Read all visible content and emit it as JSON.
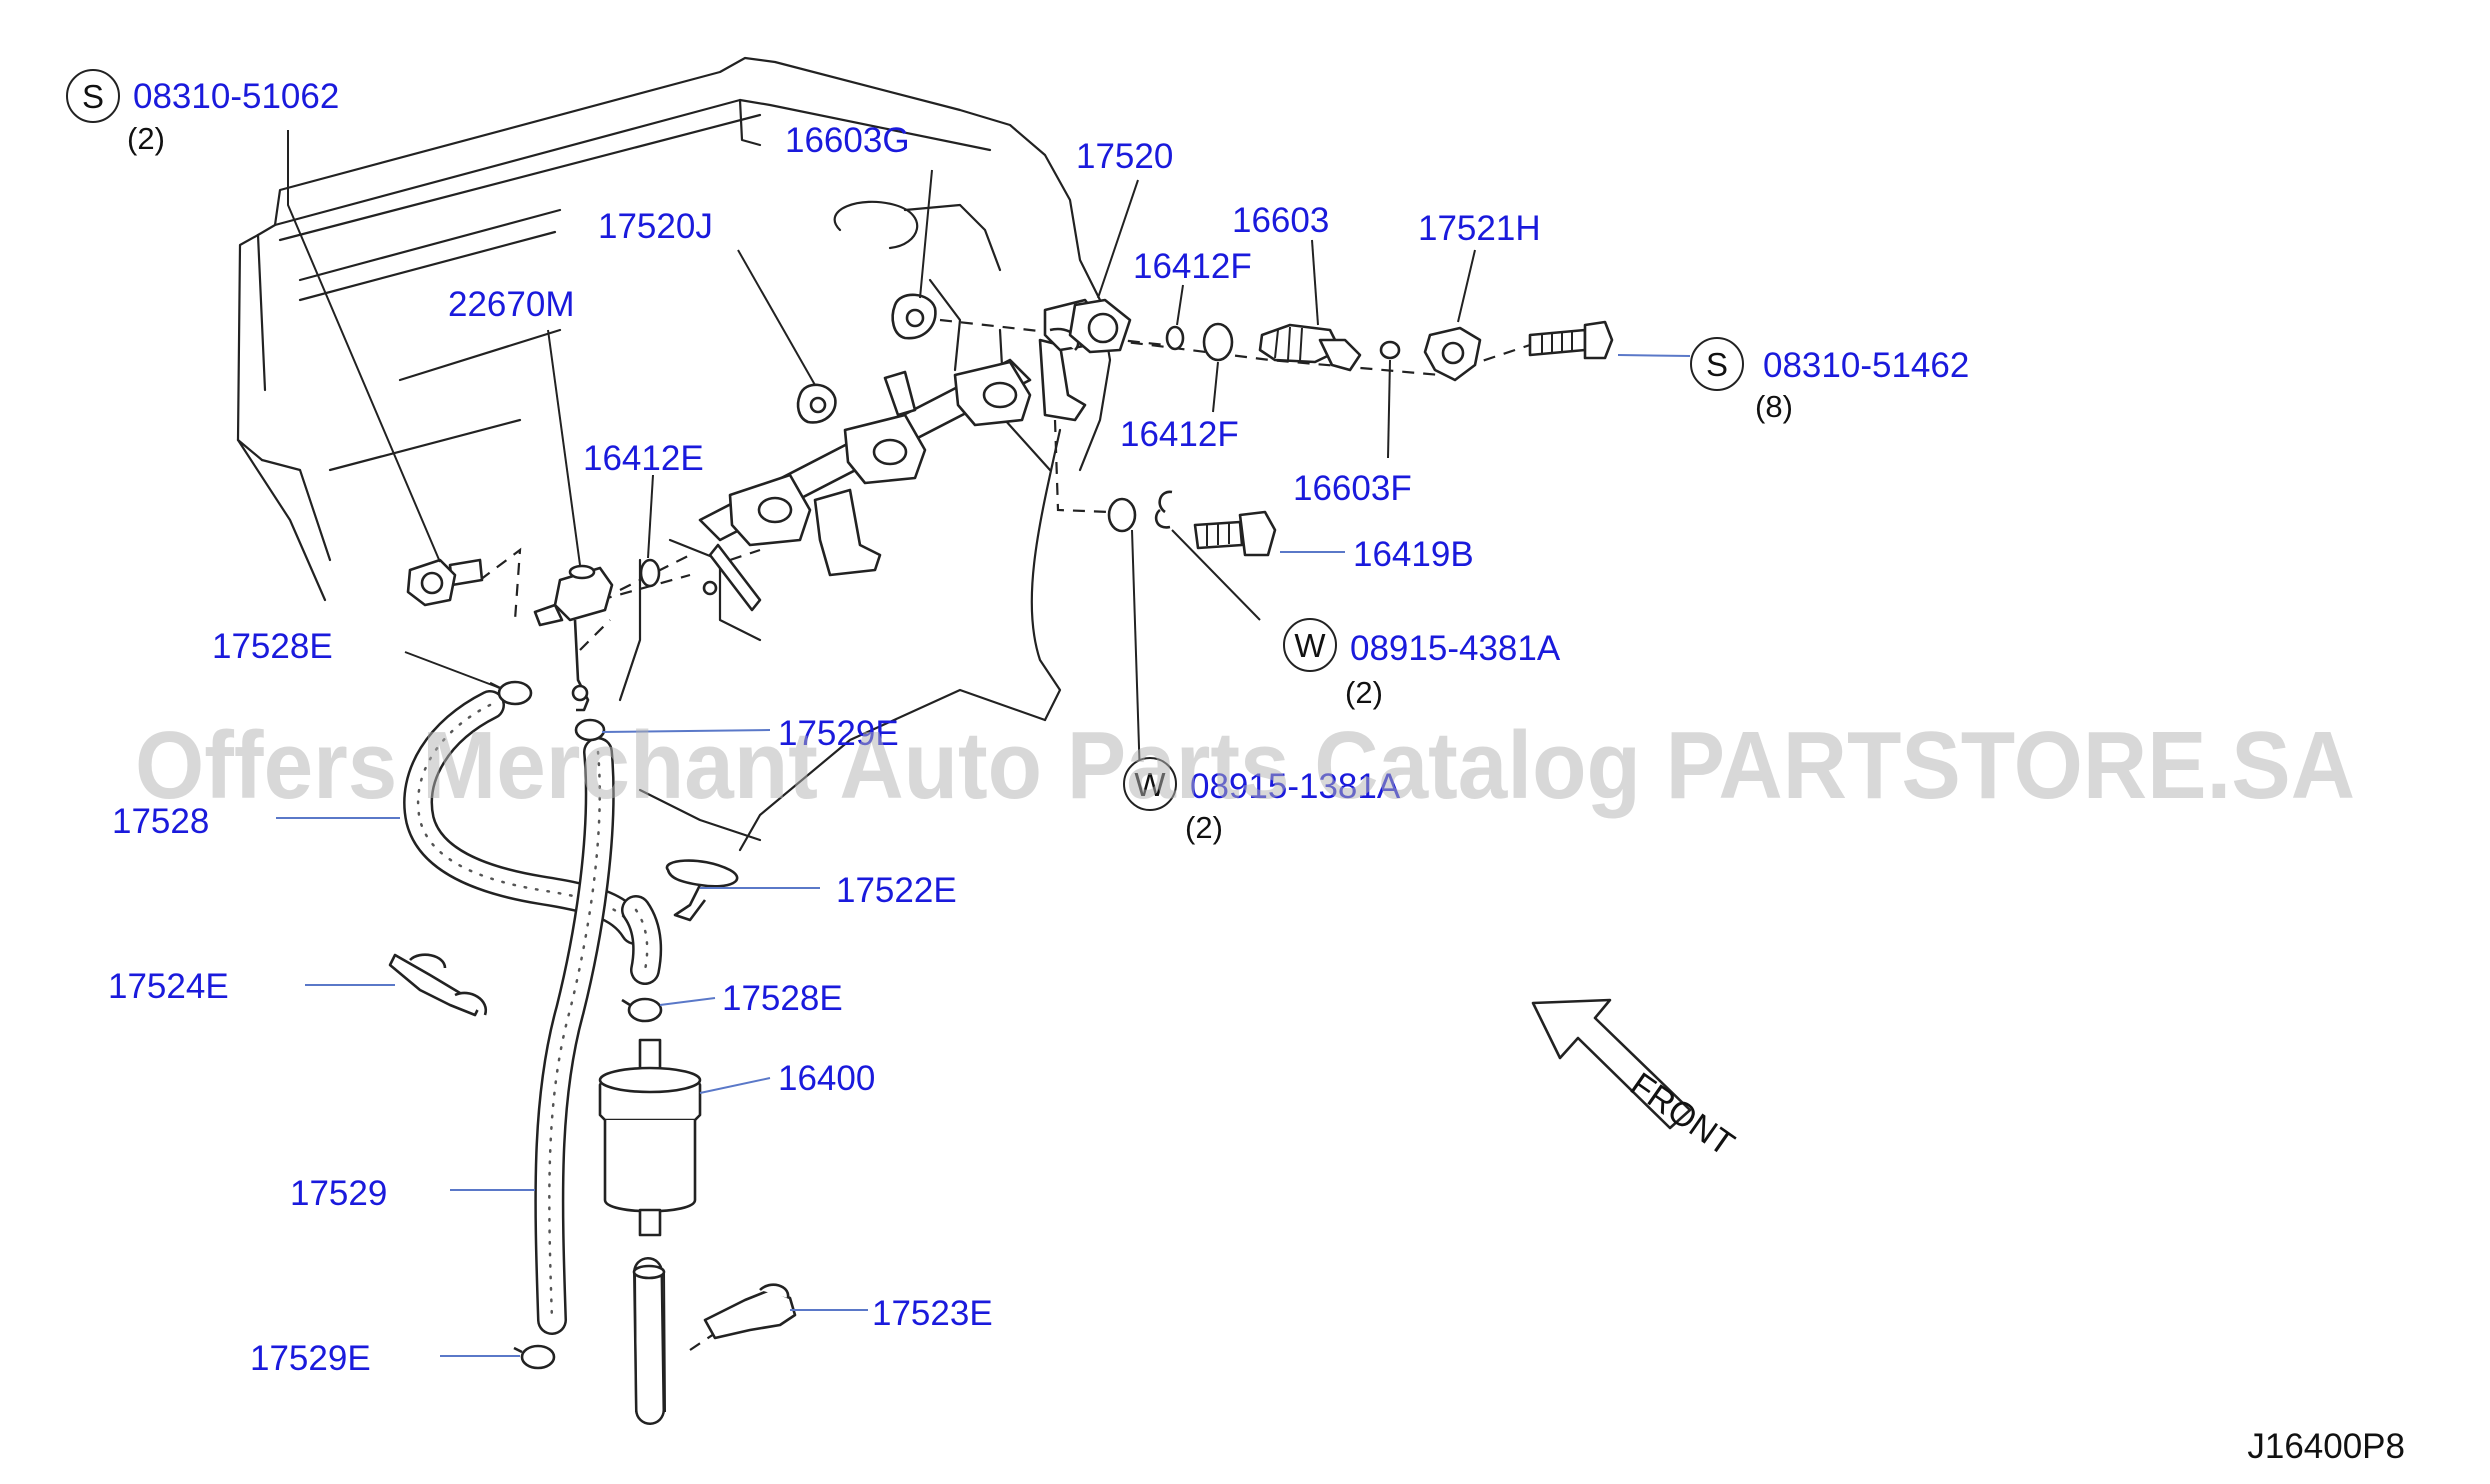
{
  "drawing_ref": "J16400P8",
  "front_label": "FRONT",
  "watermark": "Offers Merchant Auto Parts Catalog PARTSTORE.SA",
  "callouts": [
    {
      "id": "s1",
      "code": "S",
      "part": "08310-51062",
      "qty": "(2)"
    },
    {
      "id": "s2",
      "code": "S",
      "part": "08310-51462",
      "qty": "(8)"
    },
    {
      "id": "w1",
      "code": "W",
      "part": "08915-4381A",
      "qty": "(2)"
    },
    {
      "id": "w2",
      "code": "W",
      "part": "08915-1381A",
      "qty": "(2)"
    }
  ],
  "labels": [
    "16603G",
    "17520",
    "17520J",
    "16603",
    "17521H",
    "16412F",
    "22670M",
    "16412F",
    "16603F",
    "16412E",
    "16419B",
    "17528E",
    "17529E",
    "17528",
    "17522E",
    "17524E",
    "17528E",
    "16400",
    "17529",
    "17523E",
    "17529E"
  ]
}
